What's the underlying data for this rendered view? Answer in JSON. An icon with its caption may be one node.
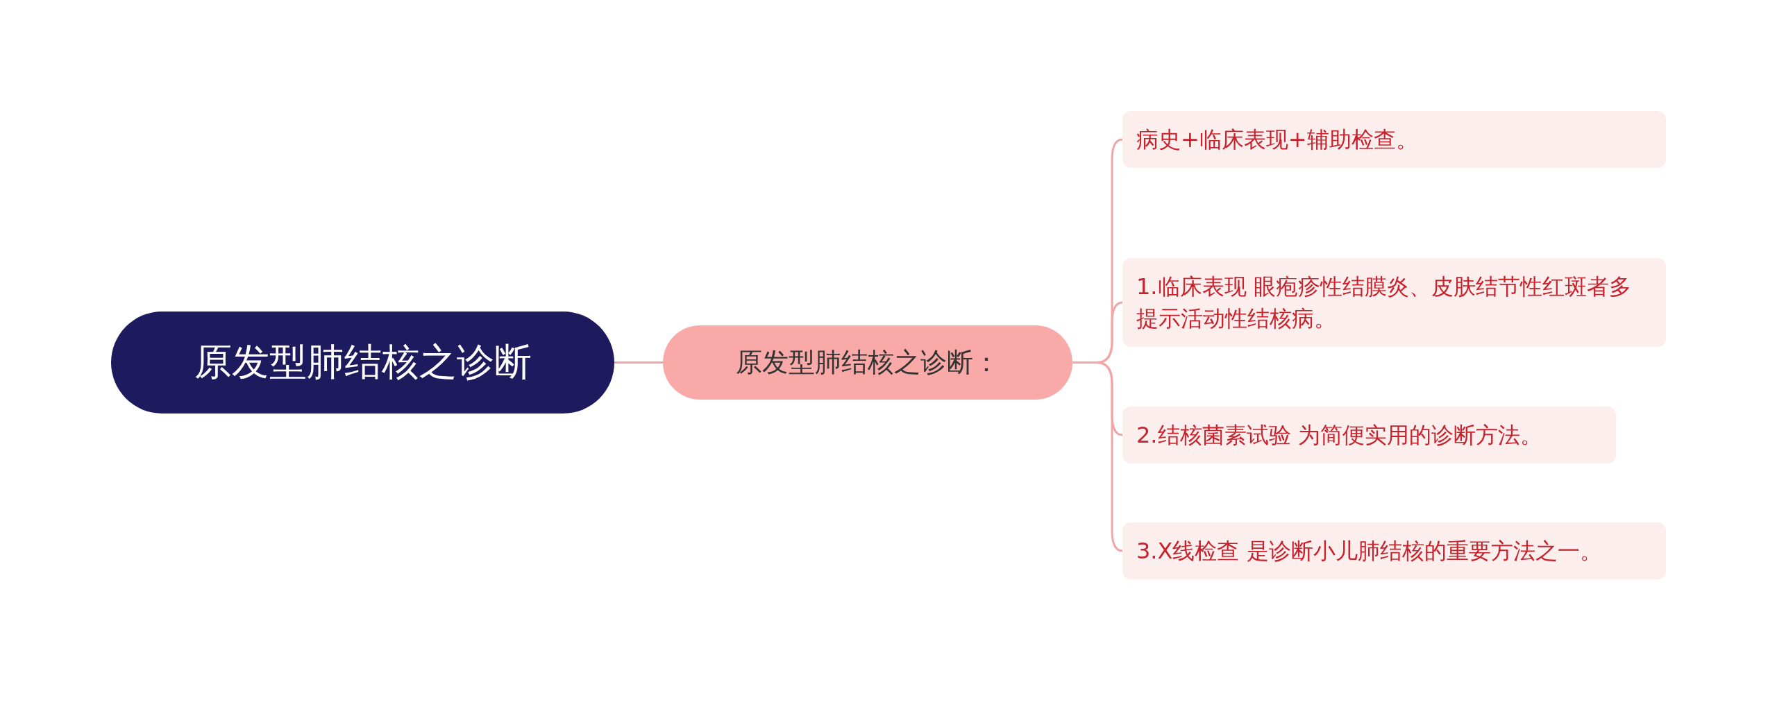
{
  "diagram": {
    "nodes": [
      {
        "text": [
          "原发型肺结核之诊断"
        ]
      },
      {
        "text": [
          "原发型肺结核之诊断："
        ]
      },
      {
        "text": [
          "病史+临床表现+辅助检查。"
        ]
      },
      {
        "text": [
          "1.临床表现 眼疱疹性结膜炎、皮肤结节性红斑者多提示活动性结核病。"
        ]
      },
      {
        "text": [
          "2.结核菌素试验 为简便实用的诊断方法。"
        ]
      },
      {
        "text": [
          "3.X线检查 是诊断小儿肺结核的重要方法之一。"
        ]
      }
    ],
    "edges": [
      {
        "from": 0,
        "to": 1,
        "arrow": "none"
      },
      {
        "from": 1,
        "to": 2,
        "arrow": "none"
      },
      {
        "from": 1,
        "to": 3,
        "arrow": "none"
      },
      {
        "from": 1,
        "to": 4,
        "arrow": "none"
      },
      {
        "from": 1,
        "to": 5,
        "arrow": "none"
      }
    ]
  }
}
